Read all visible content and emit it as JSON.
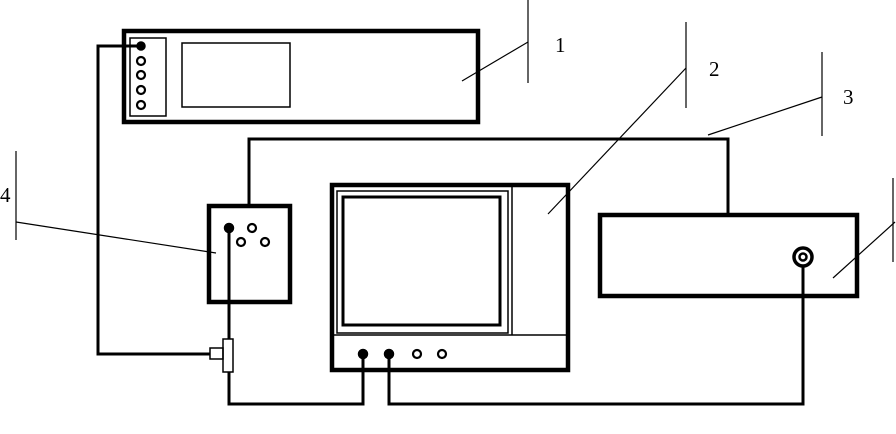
{
  "diagram": {
    "stroke_color": "#000000",
    "background": "#ffffff",
    "labels": [
      {
        "id": "1",
        "text": "1"
      },
      {
        "id": "2",
        "text": "2"
      },
      {
        "id": "3",
        "text": "3"
      },
      {
        "id": "4",
        "text": "4"
      }
    ]
  }
}
